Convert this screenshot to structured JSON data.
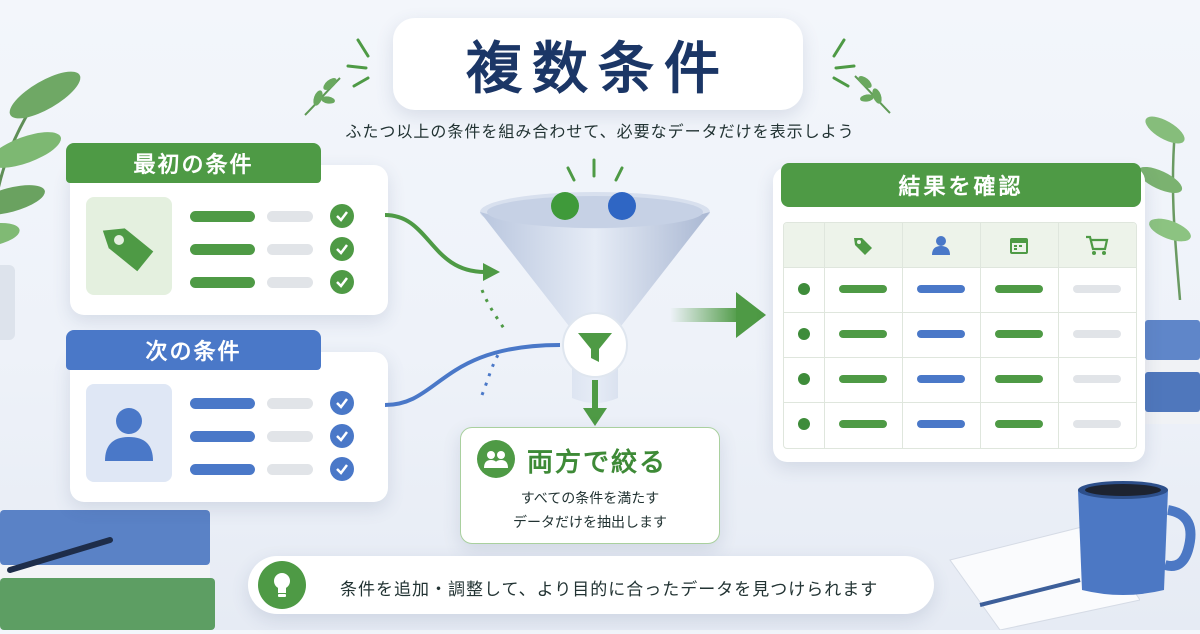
{
  "title": "複数条件",
  "subtitle": "ふたつ以上の条件を組み合わせて、必要なデータだけを表示しよう",
  "first_condition": {
    "label": "最初の条件",
    "icon": "tag-icon",
    "color": "#4e9a45"
  },
  "second_condition": {
    "label": "次の条件",
    "icon": "person-icon",
    "color": "#4a78c8"
  },
  "filter": {
    "icon": "funnel-icon",
    "ball_colors": [
      "#3f9a3a",
      "#2f66c4"
    ]
  },
  "summary": {
    "title": "両方で絞る",
    "lines": [
      "すべての条件を満たす",
      "データだけを抽出します"
    ],
    "icon": "people-icon"
  },
  "results": {
    "title": "結果を確認",
    "columns": [
      "tag-icon",
      "person-icon",
      "calendar-icon",
      "cart-icon"
    ],
    "row_count": 4
  },
  "tip": {
    "text": "条件を追加・調整して、より目的に合ったデータを見つけられます",
    "icon": "lightbulb-icon"
  },
  "colors": {
    "green": "#4e9a45",
    "blue": "#4a78c8",
    "navy": "#1b3666"
  }
}
